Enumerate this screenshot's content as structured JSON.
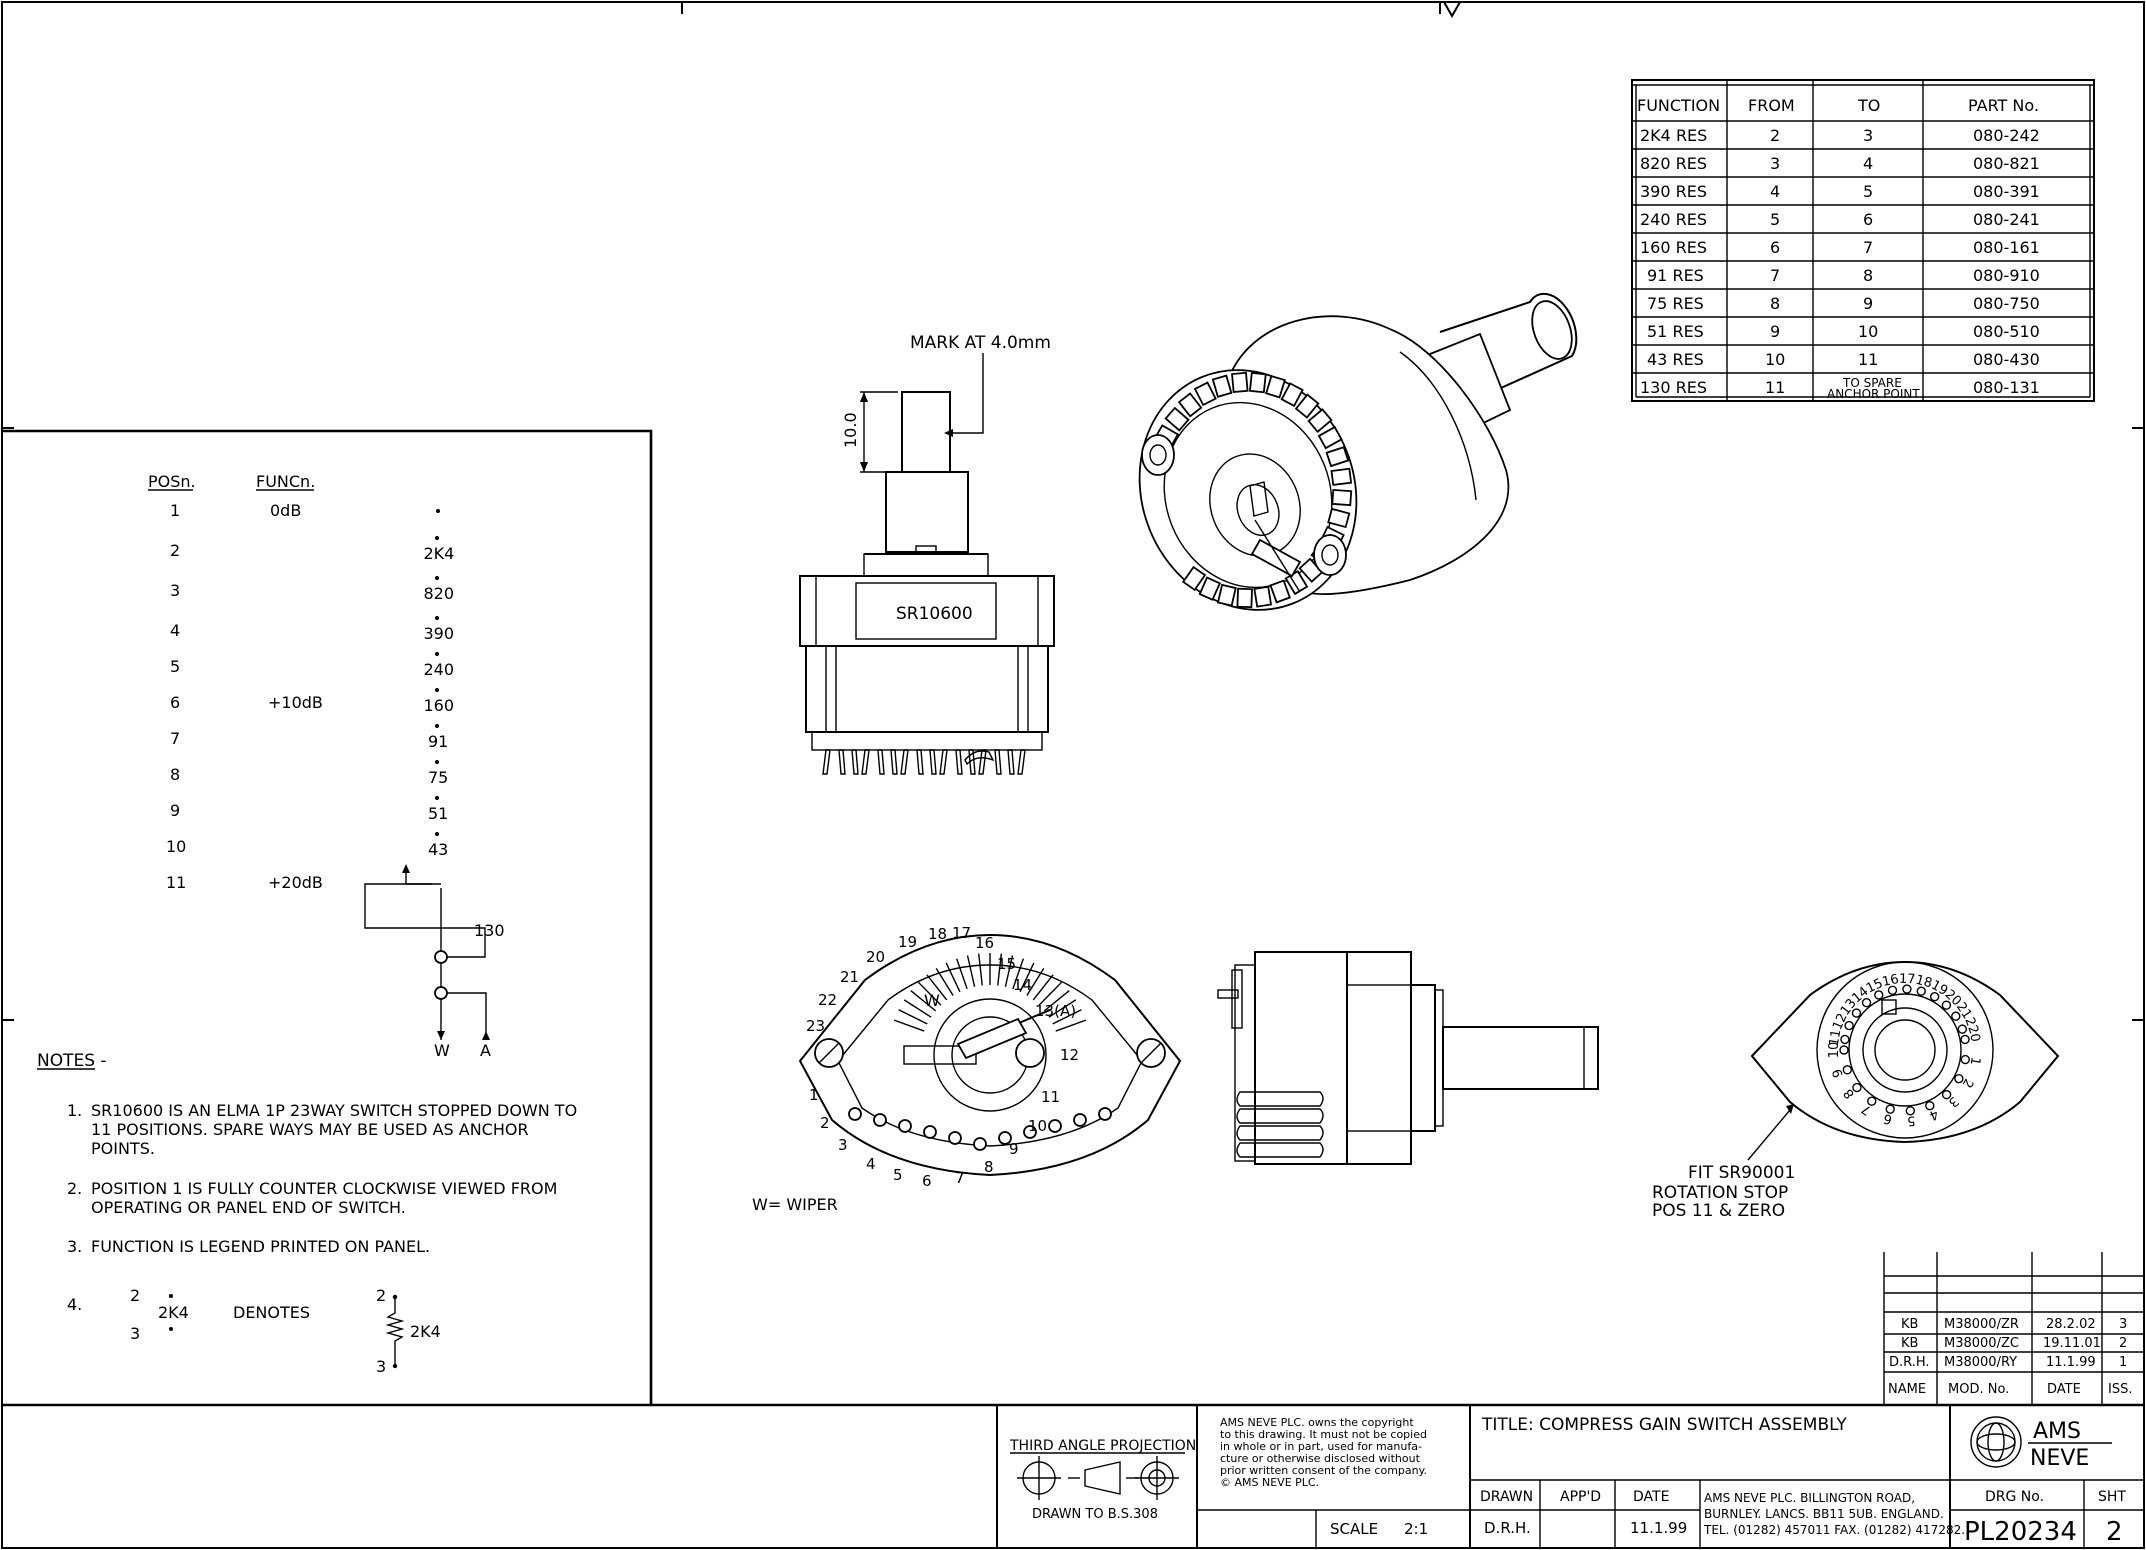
{
  "legend_table": {
    "headers": [
      "POSn.",
      "FUNCn."
    ],
    "rows": [
      {
        "pos": "1",
        "func": "0dB",
        "value": ""
      },
      {
        "pos": "2",
        "func": "",
        "value": "2K4"
      },
      {
        "pos": "3",
        "func": "",
        "value": "820"
      },
      {
        "pos": "4",
        "func": "",
        "value": "390"
      },
      {
        "pos": "5",
        "func": "",
        "value": "240"
      },
      {
        "pos": "6",
        "func": "+10dB",
        "value": "160"
      },
      {
        "pos": "7",
        "func": "",
        "value": "91"
      },
      {
        "pos": "8",
        "func": "",
        "value": "75"
      },
      {
        "pos": "9",
        "func": "",
        "value": "51"
      },
      {
        "pos": "10",
        "func": "",
        "value": "43"
      },
      {
        "pos": "11",
        "func": "+20dB",
        "value": ""
      }
    ],
    "extra_value": "130",
    "wiper_label": "W",
    "anchor_label": "A"
  },
  "notes": {
    "heading": "NOTES -",
    "items": [
      {
        "num": "1.",
        "lines": [
          "SR10600  IS  AN  ELMA  1P  23WAY  SWITCH  STOPPED  DOWN  TO",
          "11  POSITIONS.  SPARE  WAYS  MAY  BE  USED  AS  ANCHOR",
          "POINTS."
        ]
      },
      {
        "num": "2.",
        "lines": [
          "POSITION  1  IS  FULLY  COUNTER  CLOCKWISE  VIEWED  FROM",
          "OPERATING  OR  PANEL  END  OF  SWITCH."
        ]
      },
      {
        "num": "3.",
        "lines": [
          "FUNCTION  IS  LEGEND  PRINTED  ON  PANEL."
        ]
      }
    ],
    "note4": {
      "num": "4.",
      "top": "2",
      "bottom": "3",
      "value": "2K4",
      "denotes": "DENOTES",
      "res_top": "2",
      "res_bottom": "3",
      "res_value": "2K4"
    }
  },
  "side_view": {
    "mark_label": "MARK  AT  4.0mm",
    "dim_label": "10.0",
    "body_label": "SR10600"
  },
  "front_view": {
    "wiper_note": "W=  WIPER",
    "w_label": "W",
    "terminals": [
      "1",
      "2",
      "3",
      "4",
      "5",
      "6",
      "7",
      "8",
      "9",
      "10",
      "11",
      "12",
      "13(A)",
      "14",
      "15",
      "16",
      "17",
      "18",
      "19",
      "20",
      "21",
      "22",
      "23"
    ]
  },
  "rear_view": {
    "fit_note": [
      "FIT  SR90001",
      "ROTATION  STOP",
      "POS  11  &  ZERO"
    ],
    "ring_labels": [
      "0",
      "1",
      "2",
      "3",
      "4",
      "5",
      "6",
      "7",
      "8",
      "9",
      "10",
      "11",
      "12",
      "13",
      "14",
      "15",
      "16",
      "17",
      "18",
      "19",
      "20",
      "21",
      "22"
    ]
  },
  "parts_table": {
    "headers": [
      "FUNCTION",
      "FROM",
      "TO",
      "PART  No."
    ],
    "rows": [
      [
        "2K4  RES",
        "2",
        "3",
        "080-242"
      ],
      [
        "820  RES",
        "3",
        "4",
        "080-821"
      ],
      [
        "390  RES",
        "4",
        "5",
        "080-391"
      ],
      [
        "240  RES",
        "5",
        "6",
        "080-241"
      ],
      [
        "160  RES",
        "6",
        "7",
        "080-161"
      ],
      [
        "91  RES",
        "7",
        "8",
        "080-910"
      ],
      [
        "75  RES",
        "8",
        "9",
        "080-750"
      ],
      [
        "51  RES",
        "9",
        "10",
        "080-510"
      ],
      [
        "43  RES",
        "10",
        "11",
        "080-430"
      ],
      [
        "130  RES",
        "11",
        "",
        "080-131"
      ]
    ],
    "spare_line1": "TO  SPARE",
    "spare_line2": "ANCHOR  POINT"
  },
  "revision_table": {
    "headers": [
      "NAME",
      "MOD.  No.",
      "DATE",
      "ISS."
    ],
    "rows": [
      [
        "KB",
        "M38000/ZR",
        "28.2.02",
        "3"
      ],
      [
        "KB",
        "M38000/ZC",
        "19.11.01",
        "2"
      ],
      [
        "D.R.H.",
        "M38000/RY",
        "11.1.99",
        "1"
      ]
    ]
  },
  "title_block": {
    "projection_label": "THIRD  ANGLE  PROJECTION",
    "drawn_to": "DRAWN  TO  B.S.308",
    "copyright": [
      "AMS  NEVE  PLC.  owns  the  copyright",
      "to  this  drawing.  It  must  not  be  copied",
      "in  whole  or  in  part,  used  for  manufa-",
      "cture  or  otherwise  disclosed  without",
      "prior  written  consent  of  the  company.",
      "©  AMS  NEVE  PLC."
    ],
    "scale_label": "SCALE",
    "scale_value": "2:1",
    "title": "TITLE:  COMPRESS  GAIN  SWITCH  ASSEMBLY",
    "drawn_label": "DRAWN",
    "appd_label": "APP'D",
    "date_label": "DATE",
    "drawn_by": "D.R.H.",
    "date_value": "11.1.99",
    "address": [
      "AMS  NEVE  PLC.  BILLINGTON  ROAD,",
      "BURNLEY.  LANCS.  BB11  5UB.  ENGLAND.",
      "TEL.  (01282)  457011    FAX.  (01282)  417282."
    ],
    "logo_top": "AMS",
    "logo_bottom": "NEVE",
    "drg_label": "DRG  No.",
    "sht_label": "SHT",
    "drg_no": "PL20234",
    "sht_no": "2"
  }
}
